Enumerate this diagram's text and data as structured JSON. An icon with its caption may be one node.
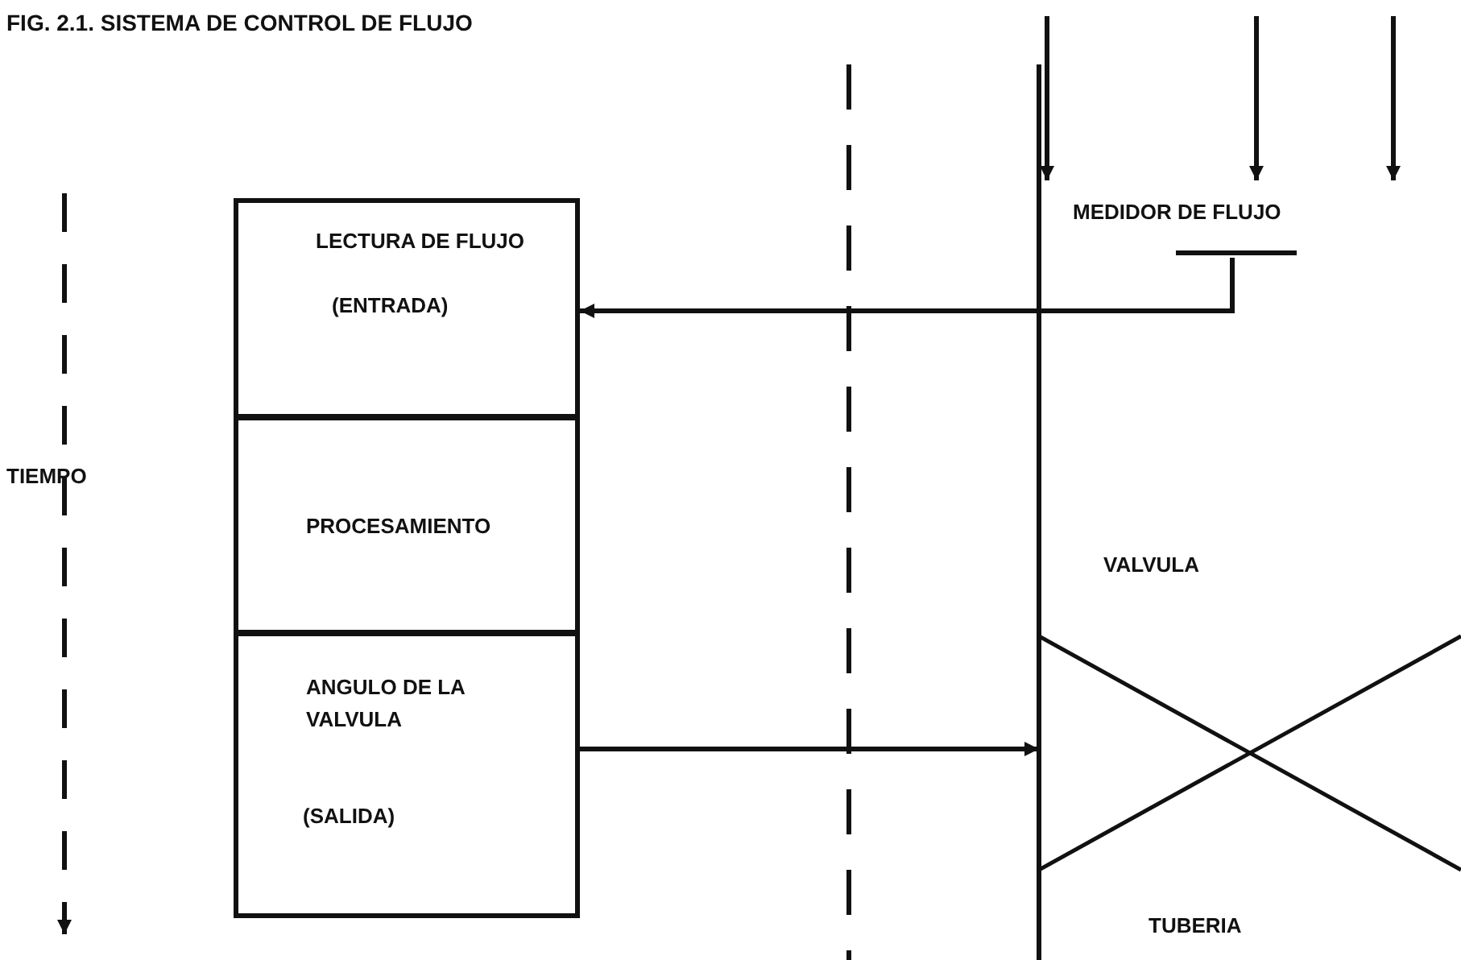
{
  "diagram": {
    "title": "FIG. 2.1. SISTEMA DE CONTROL DE FLUJO",
    "nodes": [
      {
        "text": [
          "LECTURA DE FLUJO",
          "(ENTRADA)"
        ]
      },
      {
        "text": [
          "PROCESAMIENTO"
        ]
      },
      {
        "text": [
          "ANGULO DE LA VALVULA",
          "(SALIDA)"
        ]
      },
      {
        "text": [
          "MEDIDOR DE FLUJO"
        ]
      },
      {
        "text": [
          "VALVULA"
        ]
      }
    ],
    "edges": [
      {
        "from": 3,
        "to": 0,
        "arrow": "to"
      },
      {
        "from": 2,
        "to": 4,
        "arrow": "to"
      }
    ],
    "labels": [
      "TIEMPO",
      "TUBERIA"
    ]
  }
}
